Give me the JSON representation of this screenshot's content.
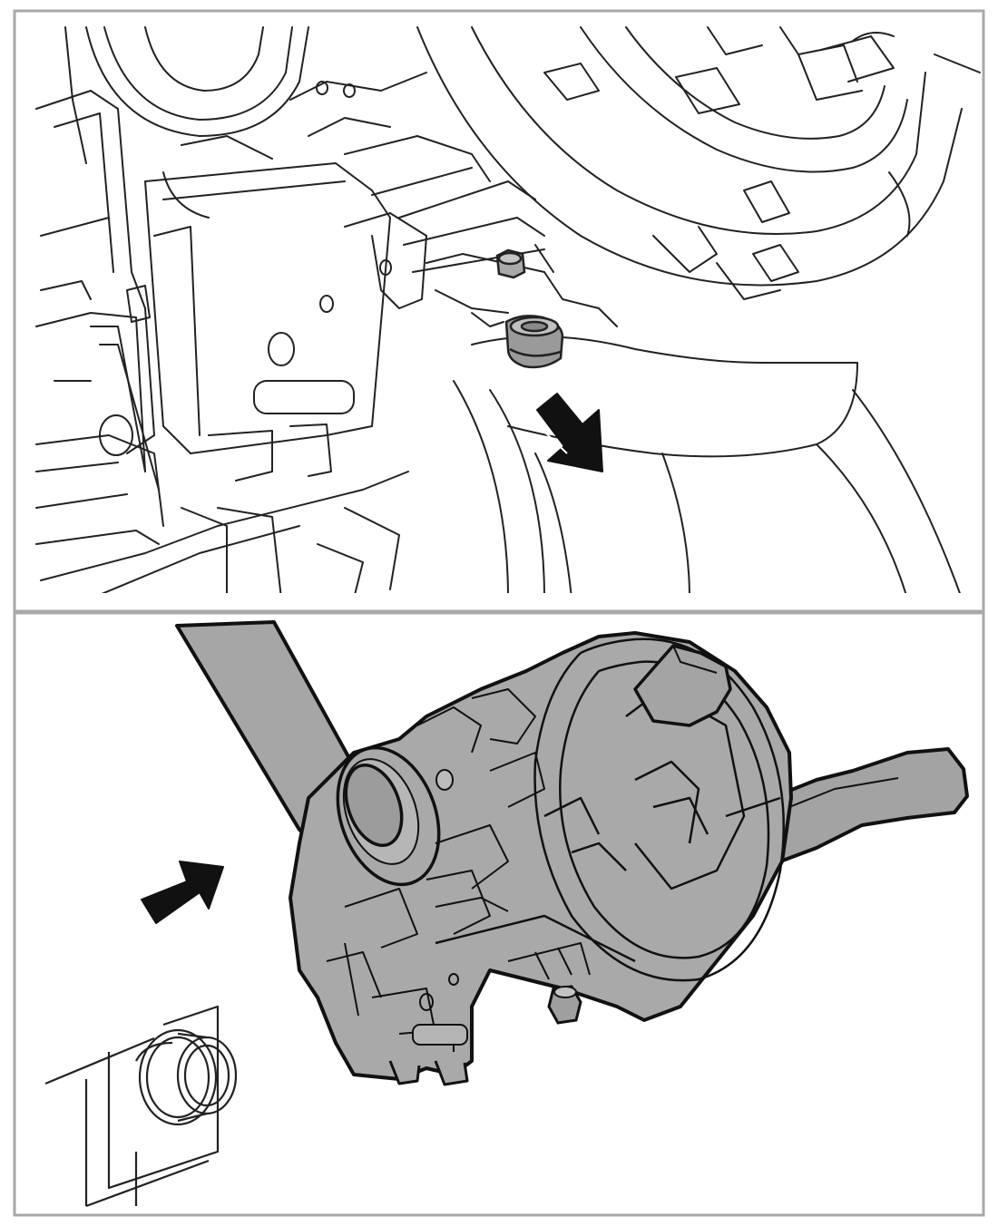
{
  "figure": {
    "panels": [
      {
        "name": "top-panel",
        "depicts": [
          "steering-column-assembly",
          "clockspring-housing",
          "retaining-nut",
          "direction-arrow"
        ]
      },
      {
        "name": "bottom-panel",
        "depicts": [
          "steering-column-shaft",
          "clockspring-combination-switch-module",
          "wiper-stalk-lever",
          "retaining-nut",
          "direction-arrow",
          "column-shaft-end"
        ]
      }
    ],
    "colors": {
      "background": "#ffffff",
      "frame": "#a8a8a8",
      "line": "#222222",
      "part_fill": "#a9a9a9",
      "part_fill_dark": "#8e8e8e",
      "arrow": "#111111"
    }
  }
}
